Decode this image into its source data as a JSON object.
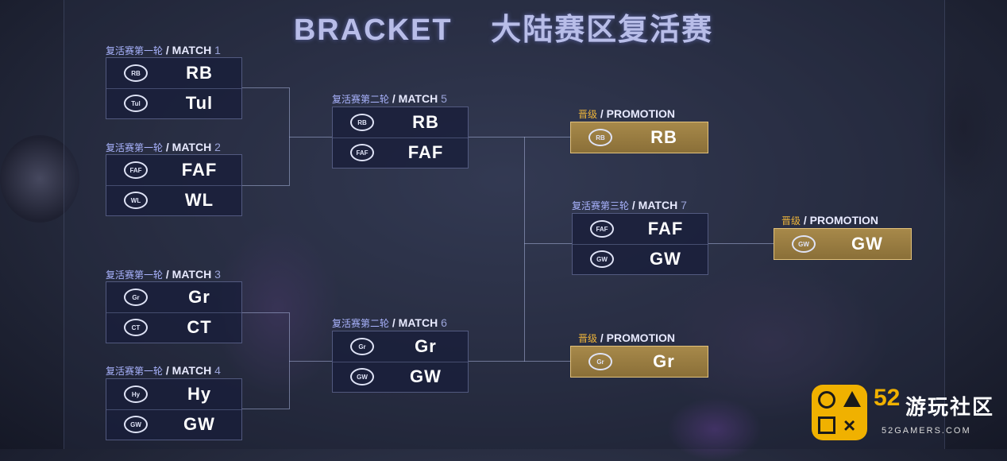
{
  "title": {
    "en": "BRACKET",
    "cn": "大陆赛区复活赛"
  },
  "matches": [
    {
      "cn": "复活赛第一轮",
      "label": " / MATCH",
      "num": "1",
      "teams": [
        {
          "name": "RB",
          "logo": "RB"
        },
        {
          "name": "Tul",
          "logo": "Tul"
        }
      ]
    },
    {
      "cn": "复活赛第一轮",
      "label": " / MATCH",
      "num": "2",
      "teams": [
        {
          "name": "FAF",
          "logo": "FAF"
        },
        {
          "name": "WL",
          "logo": "WL"
        }
      ]
    },
    {
      "cn": "复活赛第一轮",
      "label": " / MATCH",
      "num": "3",
      "teams": [
        {
          "name": "Gr",
          "logo": "Gr"
        },
        {
          "name": "CT",
          "logo": "CT"
        }
      ]
    },
    {
      "cn": "复活赛第一轮",
      "label": " / MATCH",
      "num": "4",
      "teams": [
        {
          "name": "Hy",
          "logo": "Hy"
        },
        {
          "name": "GW",
          "logo": "GW"
        }
      ]
    },
    {
      "cn": "复活赛第二轮",
      "label": " / MATCH",
      "num": "5",
      "teams": [
        {
          "name": "RB",
          "logo": "RB"
        },
        {
          "name": "FAF",
          "logo": "FAF"
        }
      ]
    },
    {
      "cn": "复活赛第二轮",
      "label": " / MATCH",
      "num": "6",
      "teams": [
        {
          "name": "Gr",
          "logo": "Gr"
        },
        {
          "name": "GW",
          "logo": "GW"
        }
      ]
    },
    {
      "cn": "复活赛第三轮",
      "label": " / MATCH",
      "num": "7",
      "teams": [
        {
          "name": "FAF",
          "logo": "FAF"
        },
        {
          "name": "GW",
          "logo": "GW"
        }
      ]
    }
  ],
  "promotions": [
    {
      "cn": "晋级",
      "label": " / PROMOTION",
      "team": "RB",
      "logo": "RB"
    },
    {
      "cn": "晋级",
      "label": " / PROMOTION",
      "team": "GW",
      "logo": "GW"
    },
    {
      "cn": "晋级",
      "label": " / PROMOTION",
      "team": "Gr",
      "logo": "Gr"
    }
  ],
  "watermark": {
    "num": "52",
    "cn": "游玩社区",
    "url": "52GAMERS.COM"
  },
  "colors": {
    "accent_gold": "#f0b63a",
    "title": "#b8bde8",
    "promotion_fill": "#9a7c42"
  }
}
